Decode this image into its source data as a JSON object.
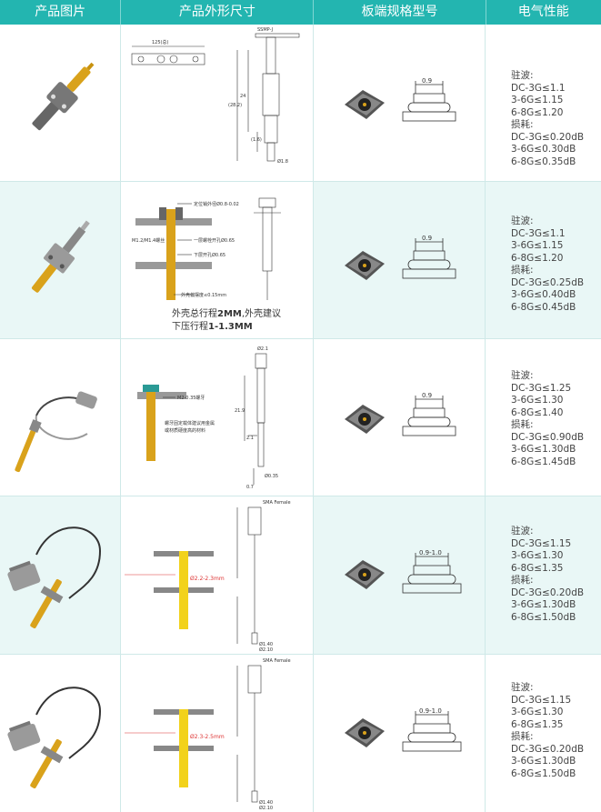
{
  "header": {
    "col_image": "产品图片",
    "col_dimension": "产品外形尺寸",
    "col_board": "板端规格型号",
    "col_electrical": "电气性能"
  },
  "colors": {
    "header_bg": "#23b5b0",
    "alt_row_bg": "#e9f7f6",
    "gold": "#d9a21b"
  },
  "rows": [
    {
      "board_dim": "0.9",
      "drawing_labels": [
        "125(总)",
        "SSMP-J",
        "24",
        "(28.2)",
        "(1.6)",
        "Ø1.8"
      ],
      "vswr_title": "驻波:",
      "vswr": [
        "DC-3G≤1.1",
        "3-6G≤1.15",
        "6-8G≤1.20"
      ],
      "loss_title": "损耗:",
      "loss": [
        "DC-3G≤0.20dB",
        "3-6G≤0.30dB",
        "6-8G≤0.35dB"
      ]
    },
    {
      "board_dim": "0.9",
      "drawing_labels": [
        "定位销外径Ø0.8-0.02",
        "M1.2/M1.4螺丝",
        "一层螺栓开孔Ø0.65",
        "下层开孔Ø0.65",
        "外壳偏摆度≤0.15mm"
      ],
      "note_line1_a": "外壳总行程",
      "note_line1_b": "2MM",
      "note_line1_c": ",外壳建议",
      "note_line2_a": "下压行程",
      "note_line2_b": "1-1.3MM",
      "vswr_title": "驻波:",
      "vswr": [
        "DC-3G≤1.1",
        "3-6G≤1.15",
        "6-8G≤1.20"
      ],
      "loss_title": "损耗:",
      "loss": [
        "DC-3G≤0.25dB",
        "3-6G≤0.40dB",
        "6-8G≤0.45dB"
      ]
    },
    {
      "board_dim": "0.9",
      "drawing_labels": [
        "M2-0.35螺牙",
        "螺牙固定载体建议用金属",
        "或材质硬度高的材料",
        "Ø2.1",
        "21.9",
        "2.1",
        "Ø0.35",
        "0.7"
      ],
      "vswr_title": "驻波:",
      "vswr": [
        "DC-3G≤1.25",
        "3-6G≤1.30",
        "6-8G≤1.40"
      ],
      "loss_title": "损耗:",
      "loss": [
        "DC-3G≤0.90dB",
        "3-6G≤1.30dB",
        "6-8G≤1.45dB"
      ]
    },
    {
      "board_dim": "0.9-1.0",
      "drawing_labels": [
        "SMA Female",
        "Ø2.2-2.3mm",
        "Ø1.40",
        "Ø2.10"
      ],
      "vswr_title": "驻波:",
      "vswr": [
        "DC-3G≤1.15",
        "3-6G≤1.30",
        "6-8G≤1.35"
      ],
      "loss_title": "损耗:",
      "loss": [
        "DC-3G≤0.20dB",
        "3-6G≤1.30dB",
        "6-8G≤1.50dB"
      ]
    },
    {
      "board_dim": "0.9-1.0",
      "drawing_labels": [
        "SMA Female",
        "Ø2.3-2.5mm",
        "Ø1.40",
        "Ø2.10"
      ],
      "vswr_title": "驻波:",
      "vswr": [
        "DC-3G≤1.15",
        "3-6G≤1.30",
        "6-8G≤1.35"
      ],
      "loss_title": "损耗:",
      "loss": [
        "DC-3G≤0.20dB",
        "3-6G≤1.30dB",
        "6-8G≤1.50dB"
      ]
    }
  ]
}
